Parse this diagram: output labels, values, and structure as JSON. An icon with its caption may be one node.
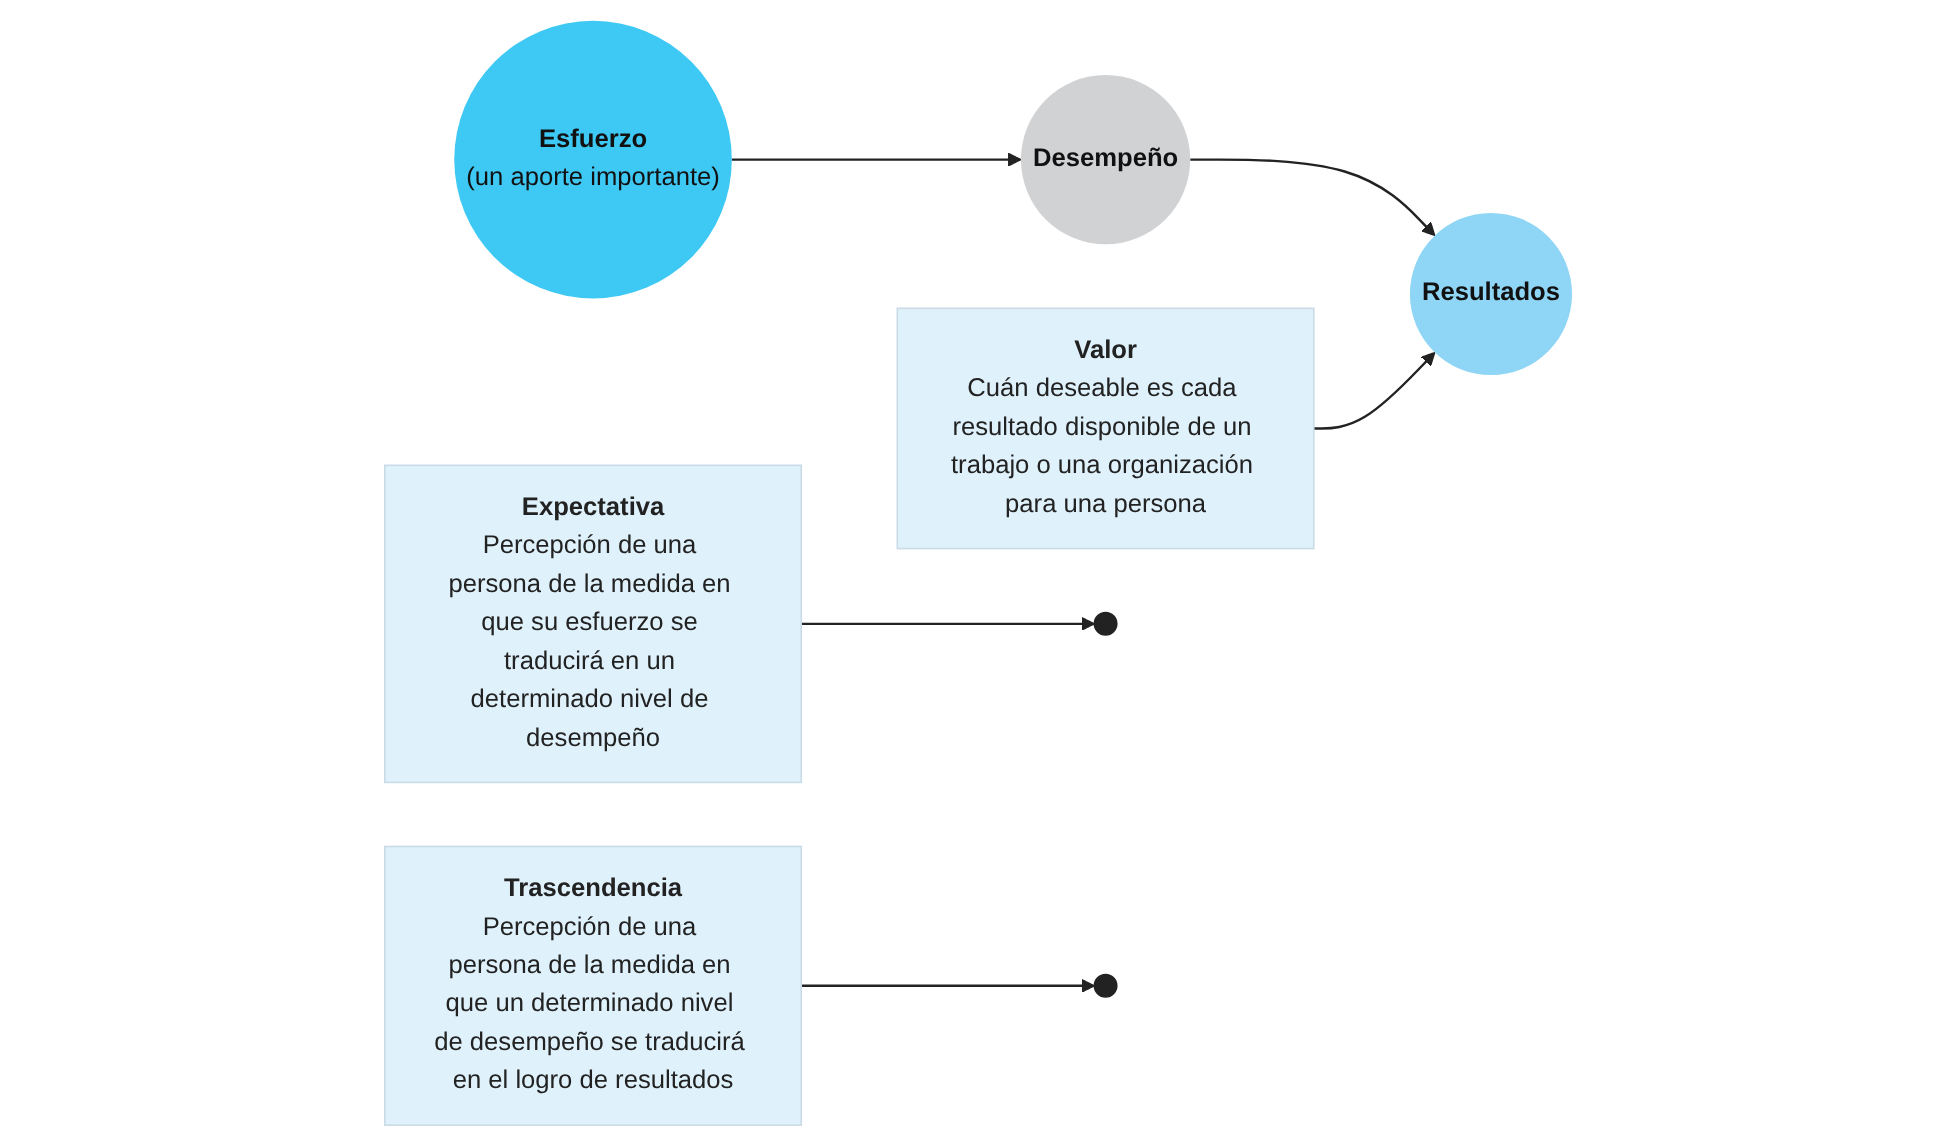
{
  "diagram": {
    "nodes": [
      {
        "text": [
          "Esfuerzo",
          "(un aporte importante)"
        ]
      },
      {
        "text": [
          "Desempeño"
        ]
      },
      {
        "text": [
          "Resultados"
        ]
      },
      {
        "text": [
          "Expectativa",
          "Percepción de una persona de la medida en que su esfuerzo se traducirá en un determinado nivel de desempeño"
        ]
      },
      {
        "text": [
          "Trascendencia",
          "Percepción de una persona de la medida en que un determinado nivel de desempeño se traducirá en el logro de resultados"
        ]
      },
      {
        "text": [
          "Valor",
          "Cuán deseable es cada resultado disponible de un trabajo o una organización para una persona"
        ]
      }
    ],
    "edges": [
      {
        "from": 0,
        "to": 1,
        "arrow": "to"
      },
      {
        "from": 1,
        "to": 2,
        "arrow": "to"
      },
      {
        "from": 3,
        "to": null,
        "arrow": "to"
      },
      {
        "from": 4,
        "to": null,
        "arrow": "to"
      },
      {
        "from": 5,
        "to": 2,
        "arrow": "to"
      }
    ]
  }
}
